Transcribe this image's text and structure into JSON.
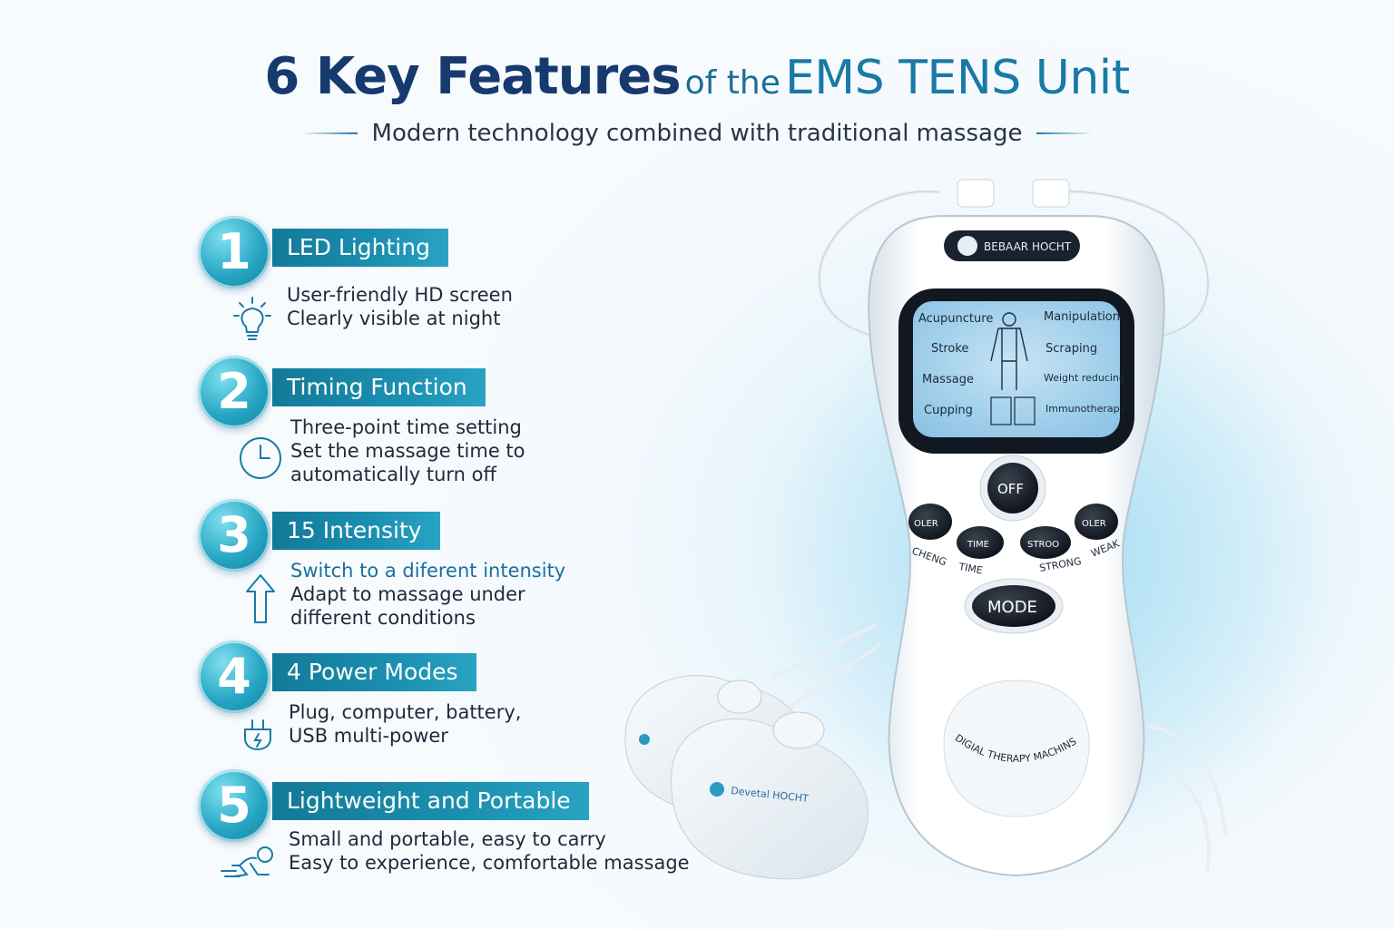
{
  "header": {
    "title_part1": "6 Key Features",
    "title_part2": "of the",
    "title_part3": "EMS TENS Unit",
    "subtitle": "Modern technology combined with traditional massage"
  },
  "features": [
    {
      "number": "1",
      "title": "LED Lighting",
      "lines": [
        "User-friendly HD screen",
        "Clearly visible at night"
      ],
      "icon": "lightbulb-icon"
    },
    {
      "number": "2",
      "title": "Timing Function",
      "lines": [
        "Three-point time setting",
        "Set the massage time to",
        "automatically turn off"
      ],
      "icon": "clock-icon"
    },
    {
      "number": "3",
      "title": "15 Intensity",
      "lines": [
        "Switch to a diferent intensity",
        "Adapt to massage under",
        "different conditions"
      ],
      "icon": "arrow-up-icon"
    },
    {
      "number": "4",
      "title": "4 Power Modes",
      "lines": [
        "Plug, computer, battery,",
        "USB multi-power"
      ],
      "icon": "plug-icon"
    },
    {
      "number": "5",
      "title": "Lightweight and Portable",
      "lines": [
        "Small and portable, easy to carry",
        "Easy to experience, comfortable massage"
      ],
      "icon": "running-person-icon"
    }
  ],
  "device": {
    "brand": "BEBAAR HOCHT",
    "screen_labels_left": [
      "Acupuncture",
      "Stroke",
      "Massage",
      "Cupping"
    ],
    "screen_labels_right": [
      "Manipulation",
      "Scraping",
      "Weight reducing",
      "Immunotherapy"
    ],
    "power_button": "OFF",
    "button_labels": [
      "CHENG",
      "TIME",
      "STRONG",
      "WEAK"
    ],
    "button_glyphs": [
      "OLER",
      "TIME",
      "STROO",
      "OLER"
    ],
    "mode_button": "MODE",
    "bottom_text": "DIGIAL THERAPY MACHINS",
    "pad_brand": "Devetal HOCHT",
    "colors": {
      "accent": "#1b8fb0",
      "title_blue": "#163a6e",
      "screen_blue": "#a9d4ee"
    }
  }
}
